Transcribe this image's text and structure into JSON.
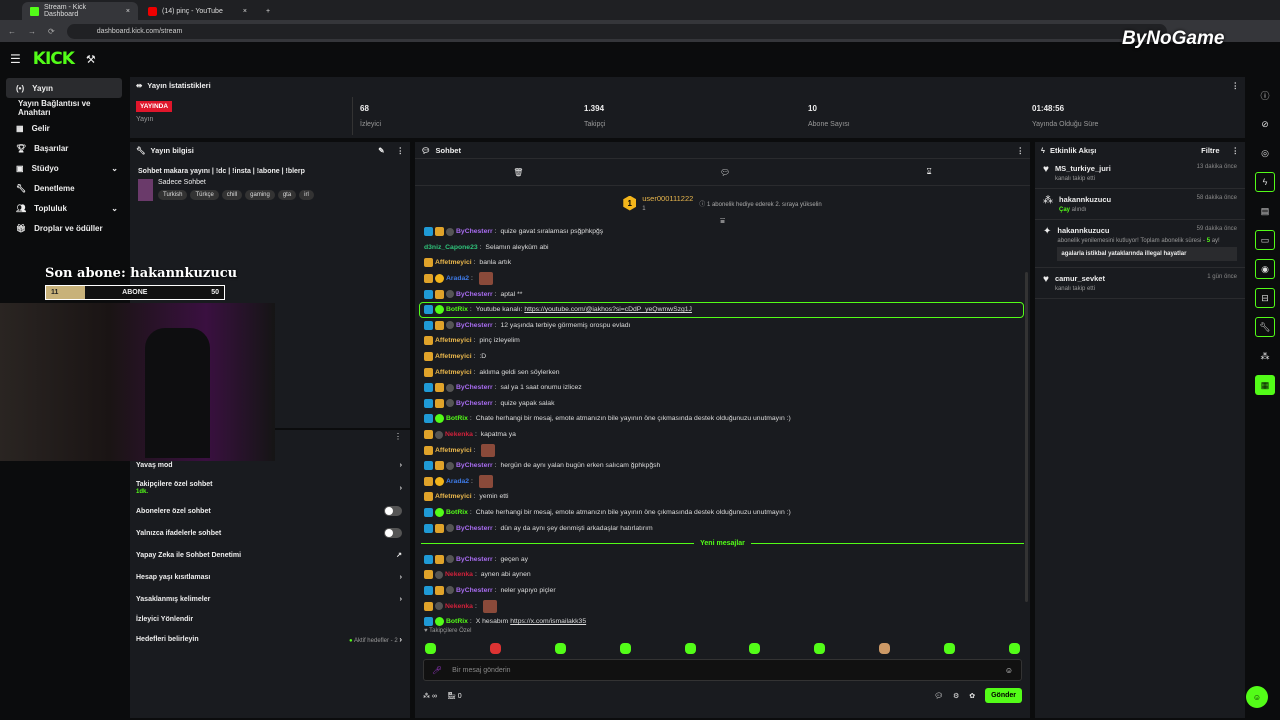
{
  "browser": {
    "tabs": [
      {
        "title": "Stream - Kick Dashboard"
      },
      {
        "title": "(14) pinç - YouTube"
      }
    ],
    "url": "dashboard.kick.com/stream",
    "watermark": "ByNoGame"
  },
  "header": {
    "logo": "KICK"
  },
  "sidebar": {
    "items": [
      {
        "label": "Yayın",
        "icon": "broadcast-icon"
      },
      {
        "label": "Yayın Bağlantısı ve Anahtarı"
      },
      {
        "label": "Gelir",
        "icon": "chart-icon"
      },
      {
        "label": "Başarılar",
        "icon": "trophy-icon"
      },
      {
        "label": "Stüdyo",
        "icon": "studio-icon"
      },
      {
        "label": "Denetleme",
        "icon": "wrench-icon"
      },
      {
        "label": "Topluluk",
        "icon": "users-icon"
      },
      {
        "label": "Droplar ve ödüller",
        "icon": "gift-icon"
      }
    ]
  },
  "overlay": {
    "title": "Son abone: hakannkuzucu",
    "left": "11",
    "mid": "ABONE",
    "right": "50",
    "progress": 0.22
  },
  "stats": {
    "title": "Yayın İstatistikleri",
    "status": "YAYINDA",
    "status_label": "Yayın",
    "viewers": "68",
    "viewers_label": "İzleyici",
    "followers": "1.394",
    "followers_label": "Takipçi",
    "subs": "10",
    "subs_label": "Abone Sayısı",
    "uptime": "01:48:56",
    "uptime_label": "Yayında Olduğu Süre"
  },
  "info": {
    "title": "Yayın bilgisi",
    "stream_title": "Sohbet makara yayını | !dc | !insta | !abone | !blerp",
    "category": "Sadece Sohbet",
    "tags": [
      "Turkish",
      "Türkçe",
      "chill",
      "gaming",
      "gta",
      "irl"
    ]
  },
  "settings": {
    "items": [
      {
        "label": "Yavaş mod",
        "type": "chevron"
      },
      {
        "label": "Takipçilere özel sohbet",
        "sub": "1dk.",
        "type": "chevron"
      },
      {
        "label": "Abonelere özel sohbet",
        "type": "toggle"
      },
      {
        "label": "Yalnızca ifadelerle sohbet",
        "type": "toggle"
      },
      {
        "label": "Yapay Zeka ile Sohbet Denetimi",
        "type": "external"
      },
      {
        "label": "Hesap yaşı kısıtlaması",
        "type": "chevron"
      },
      {
        "label": "Yasaklanmış kelimeler",
        "type": "chevron"
      },
      {
        "label": "İzleyici Yönlendir",
        "type": "none"
      },
      {
        "label": "Hedefleri belirleyin",
        "type": "chevron",
        "extra": "Aktif hedefler - 2"
      }
    ]
  },
  "chat": {
    "title": "Sohbet",
    "top_user": "user000111222",
    "top_rank": "1",
    "top_count": "1",
    "top_hint": "1 abonelik hediye ederek 2. sıraya yükselin",
    "new_messages": "Yeni mesajlar",
    "followers_only": "Takipçilere Özel",
    "placeholder": "Bir mesaj gönderin",
    "points": "∞",
    "store_count": "0",
    "send": "Gönder",
    "messages": [
      {
        "user": "ByChesterr",
        "color": "#a86cf0",
        "badges": "msg",
        "text": "quize gavat sıralaması psğphkpğş"
      },
      {
        "user": "d3niz_Capone23",
        "color": "#2fc37a",
        "badges": "",
        "text": "Selamın aleyküm abi"
      },
      {
        "user": "Affetmeyici",
        "color": "#e8b64c",
        "badges": "s",
        "text": "banla artık"
      },
      {
        "user": "Arada2",
        "color": "#3e7be8",
        "badges": "sc",
        "text": "",
        "emote": true
      },
      {
        "user": "ByChesterr",
        "color": "#a86cf0",
        "badges": "msg",
        "text": "aptal **"
      },
      {
        "user": "BotRix",
        "color": "#53fc18",
        "badges": "mv",
        "text": "Youtube kanalı: ",
        "link": "https://youtube.com/@iakhos?si=cDdP_yeQwmwSzg1J",
        "highlight": true
      },
      {
        "user": "ByChesterr",
        "color": "#a86cf0",
        "badges": "msg",
        "text": "12 yaşında terbiye görmemiş orospu evladı"
      },
      {
        "user": "Affetmeyici",
        "color": "#e8b64c",
        "badges": "s",
        "text": "pinç izleyelim"
      },
      {
        "user": "Affetmeyici",
        "color": "#e8b64c",
        "badges": "s",
        "text": ":D"
      },
      {
        "user": "Affetmeyici",
        "color": "#e8b64c",
        "badges": "s",
        "text": "aklıma geldi sen söylerken"
      },
      {
        "user": "ByChesterr",
        "color": "#a86cf0",
        "badges": "msg",
        "text": "sal ya 1 saat onumu izlicez"
      },
      {
        "user": "ByChesterr",
        "color": "#a86cf0",
        "badges": "msg",
        "text": "quize yapak salak"
      },
      {
        "user": "BotRix",
        "color": "#53fc18",
        "badges": "mv",
        "text": "Chate herhangi bir mesaj, emote atmanızın bile yayının öne çıkmasında destek olduğunuzu unutmayın :)"
      },
      {
        "user": "Nekenka",
        "color": "#d0213b",
        "badges": "sg",
        "text": "kapatma ya"
      },
      {
        "user": "Affetmeyici",
        "color": "#e8b64c",
        "badges": "s",
        "text": "",
        "emote": true
      },
      {
        "user": "ByChesterr",
        "color": "#a86cf0",
        "badges": "msg",
        "text": "hergün de aynı yalan bugün erken salıcam ğphkpğsh"
      },
      {
        "user": "Arada2",
        "color": "#3e7be8",
        "badges": "sc",
        "text": "",
        "emote": true
      },
      {
        "user": "Affetmeyici",
        "color": "#e8b64c",
        "badges": "s",
        "text": "yemin etti"
      },
      {
        "user": "BotRix",
        "color": "#53fc18",
        "badges": "mv",
        "text": "Chate herhangi bir mesaj, emote atmanızın bile yayının öne çıkmasında destek olduğunuzu unutmayın :)"
      },
      {
        "user": "ByChesterr",
        "color": "#a86cf0",
        "badges": "msg",
        "text": "dün ay da aynı şey denmişti arkadaşlar hatırlatırım"
      },
      {
        "divider": true
      },
      {
        "user": "ByChesterr",
        "color": "#a86cf0",
        "badges": "msg",
        "text": "geçen ay"
      },
      {
        "user": "Nekenka",
        "color": "#d0213b",
        "badges": "sg",
        "text": "aynen abi aynen"
      },
      {
        "user": "ByChesterr",
        "color": "#a86cf0",
        "badges": "msg",
        "text": "neler yapıyo piçler"
      },
      {
        "user": "Nekenka",
        "color": "#d0213b",
        "badges": "sg",
        "text": "",
        "emote": true
      },
      {
        "user": "BotRix",
        "color": "#53fc18",
        "badges": "mv",
        "text": "X hesabım ",
        "link": "https://x.com/ismailakk35"
      }
    ]
  },
  "activity": {
    "title": "Etkinlik Akışı",
    "filter": "Filtre",
    "events": [
      {
        "user": "MS_turkiye_juri",
        "time": "13 dakika önce",
        "desc": "kanalı takip etti",
        "icon": "heart-icon"
      },
      {
        "user": "hakannkuzucu",
        "time": "58 dakika önce",
        "highlight": "Çay",
        "desc": " alındı",
        "icon": "points-icon"
      },
      {
        "user": "hakannkuzucu",
        "time": "59 dakika önce",
        "desc": "abonelik yenilemesini kutluyor! Toplam abonelik süresi - ",
        "months": "5",
        "desc2": " ay!",
        "quote": "agalarla istikbal yataklarında illegal hayatlar",
        "icon": "sub-icon"
      },
      {
        "user": "camur_sevket",
        "time": "1 gün önce",
        "desc": "kanalı takip etti",
        "icon": "heart-icon"
      }
    ]
  },
  "colors": {
    "accent": "#53fc18",
    "live": "#e0162b",
    "panel": "#191b1f"
  }
}
